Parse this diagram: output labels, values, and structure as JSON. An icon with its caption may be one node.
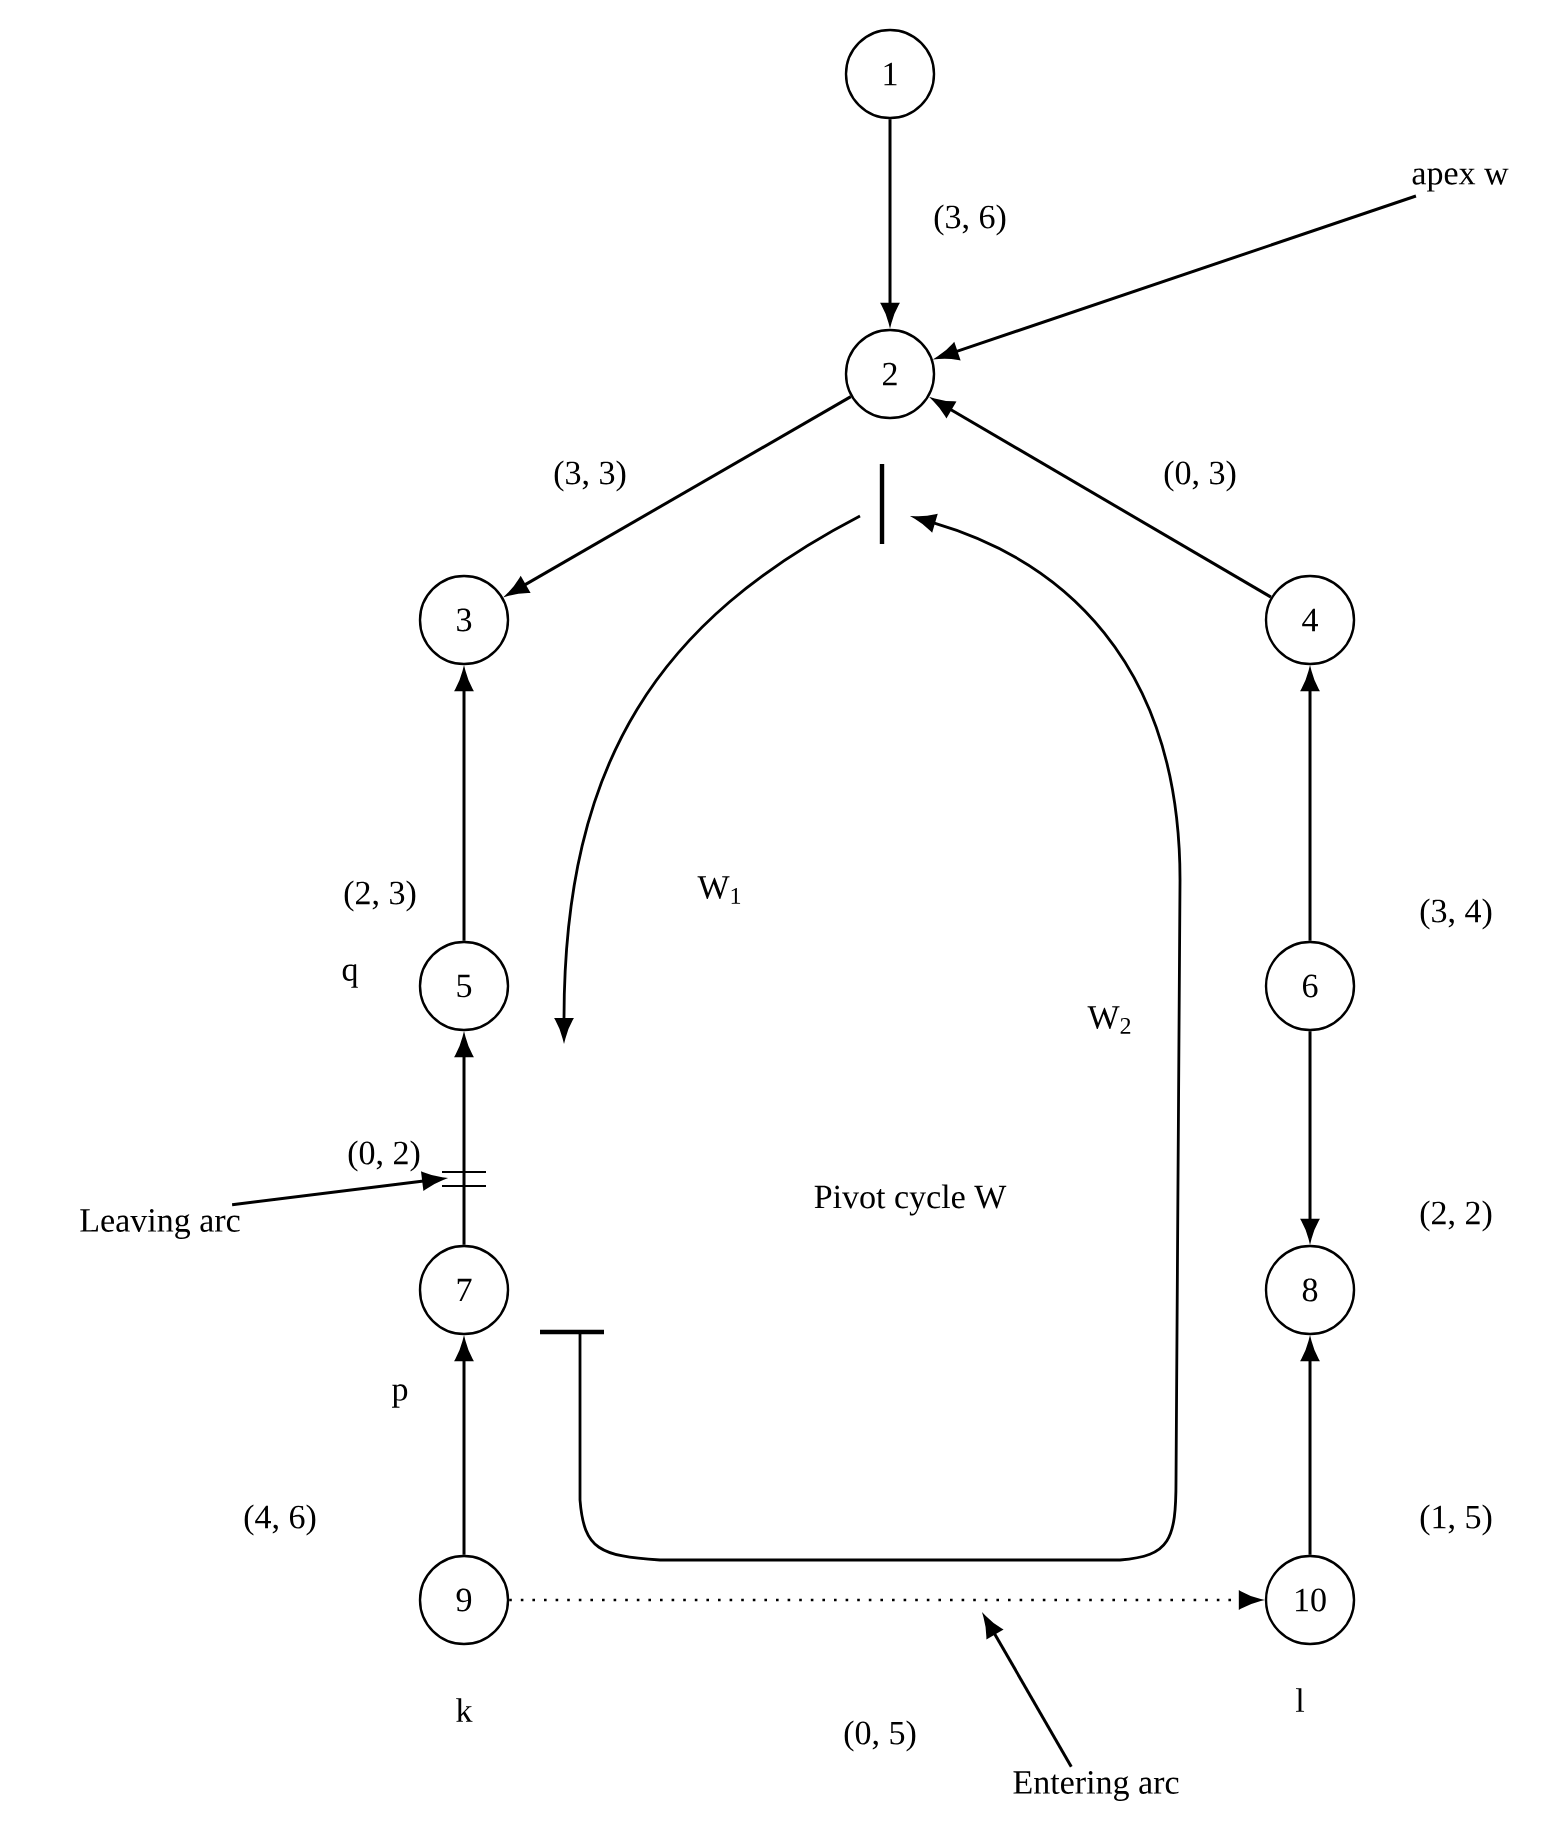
{
  "diagram": {
    "nodes": [
      {
        "text": [
          "1"
        ]
      },
      {
        "text": [
          "2"
        ]
      },
      {
        "text": [
          "3"
        ]
      },
      {
        "text": [
          "4"
        ]
      },
      {
        "text": [
          "5"
        ],
        "beside": [
          "q"
        ]
      },
      {
        "text": [
          "6"
        ]
      },
      {
        "text": [
          "7"
        ],
        "beside": [
          "p"
        ]
      },
      {
        "text": [
          "8"
        ]
      },
      {
        "text": [
          "9"
        ],
        "beside": [
          "k"
        ]
      },
      {
        "text": [
          "10"
        ],
        "beside": [
          "l"
        ]
      },
      {
        "text": [
          "apex w"
        ]
      },
      {
        "text": [
          "Leaving arc"
        ]
      },
      {
        "text": [
          "Entering arc"
        ]
      }
    ],
    "edges": [
      {
        "from": 0,
        "to": 1,
        "arrow": "to",
        "label": "(3, 6)"
      },
      {
        "from": 1,
        "to": 2,
        "arrow": "to",
        "label": "(3, 3)"
      },
      {
        "from": 3,
        "to": 1,
        "arrow": "to",
        "label": "(0, 3)"
      },
      {
        "from": 4,
        "to": 2,
        "arrow": "to",
        "label": "(2, 3)"
      },
      {
        "from": 6,
        "to": 4,
        "arrow": "to",
        "label": "(0, 2)"
      },
      {
        "from": 8,
        "to": 6,
        "arrow": "to",
        "label": "(4, 6)"
      },
      {
        "from": 5,
        "to": 3,
        "arrow": "to",
        "label": "(3, 4)"
      },
      {
        "from": 5,
        "to": 7,
        "arrow": "to",
        "label": "(2, 2)"
      },
      {
        "from": 9,
        "to": 7,
        "arrow": "to",
        "label": "(1, 5)"
      },
      {
        "from": 8,
        "to": 9,
        "arrow": "to",
        "label": "(0, 5)",
        "style": "dashed"
      },
      {
        "from": 10,
        "to": 1,
        "arrow": "to"
      },
      {
        "from": 11,
        "to": null,
        "arrow": "to"
      },
      {
        "from": 12,
        "to": null,
        "arrow": "to"
      }
    ],
    "labels": [
      "W$_{1}$",
      "W$_{2}$",
      "Pivot cycle W"
    ]
  }
}
